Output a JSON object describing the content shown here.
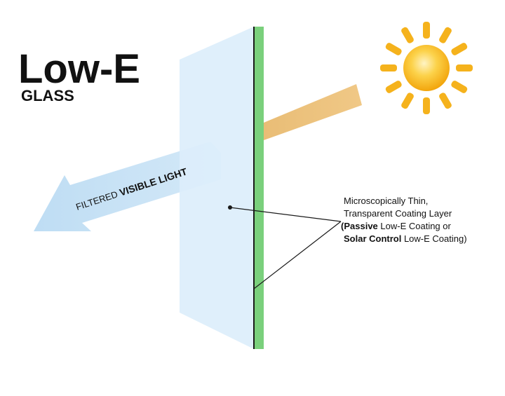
{
  "title": {
    "main": "Low-E",
    "sub": "GLASS"
  },
  "arrow_label": {
    "prefix": "FILTERED ",
    "emphasis": "VISIBLE LIGHT"
  },
  "callout": {
    "line1": "Microscopically Thin,",
    "line2": "Transparent Coating Layer",
    "line3_open": "(",
    "line3_bold": "Passive",
    "line3_rest": " Low-E Coating or",
    "line4_bold": "Solar Control",
    "line4_rest": " Low-E Coating)"
  },
  "icons": {
    "sun": "sun-icon",
    "sunbeam": "sunlight-beam",
    "filtered_arrow": "filtered-light-arrow"
  },
  "colors": {
    "glass": "#d8ecfb",
    "coating": "#7ad07c",
    "sun": "#f5b21c",
    "beam": "#ecc27c",
    "arrow": "#bcdcf4"
  }
}
